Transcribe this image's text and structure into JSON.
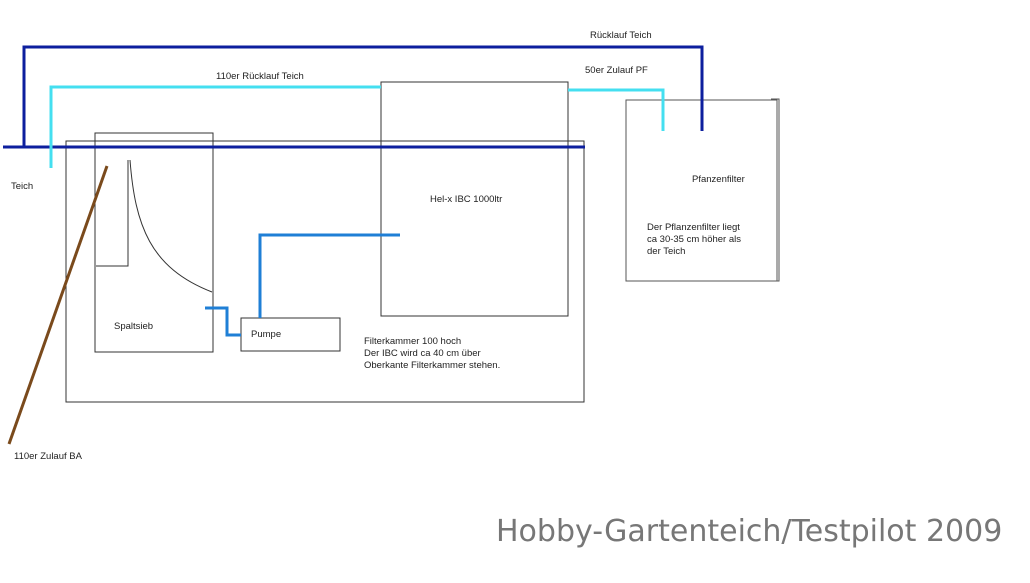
{
  "diagram": {
    "labels": {
      "ruecklauf_teich": "Rücklauf Teich",
      "ruecklauf_110": "110er Rücklauf Teich",
      "zulauf_pf": "50er Zulauf PF",
      "teich": "Teich",
      "pflanzenfilter": "Pfanzenfilter",
      "pf_note_1": "Der Pflanzenfilter liegt",
      "pf_note_2": "ca 30-35 cm höher als",
      "pf_note_3": "der Teich",
      "helx": "Hel-x IBC 1000ltr",
      "spaltsieb": "Spaltsieb",
      "pumpe": "Pumpe",
      "filter_note_1": "Filterkammer 100 hoch",
      "filter_note_2": "Der IBC wird ca 40 cm über",
      "filter_note_3": "Oberkante Filterkammer stehen.",
      "zulauf_ba": "110er Zulauf BA"
    },
    "colors": {
      "dark_blue_pipe": "#0d1f9e",
      "light_blue_pipe": "#44dff0",
      "mid_blue_pipe": "#1f7fd6",
      "brown_pipe": "#7a4a1c",
      "outline": "#333333"
    }
  },
  "watermark": "Hobby-Gartenteich/Testpilot 2009"
}
